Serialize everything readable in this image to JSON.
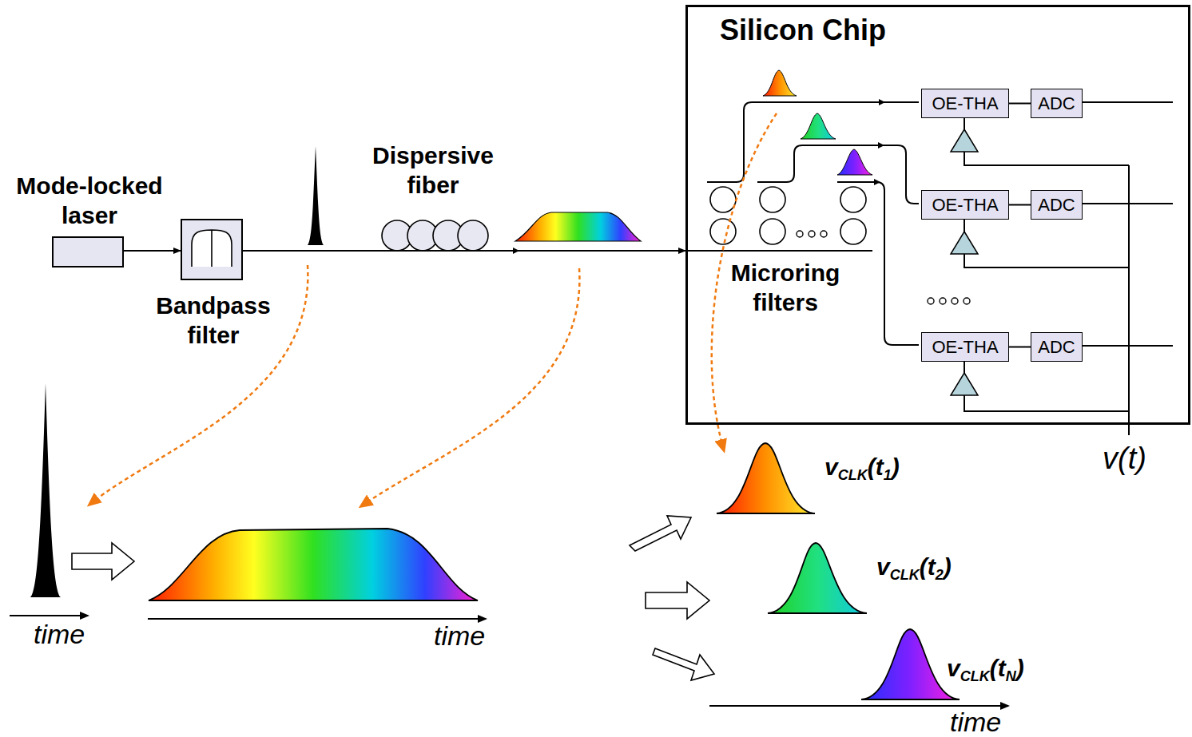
{
  "diagram": {
    "nodes": [
      {
        "text": [
          "Mode-locked laser"
        ]
      },
      {
        "text": [
          "Bandpass filter"
        ]
      },
      {
        "text": [
          "Silicon Chip"
        ]
      },
      {
        "text": [
          "OE-THA"
        ],
        "in": 2
      },
      {
        "text": [
          "ADC"
        ],
        "in": 2
      },
      {
        "text": [
          "OE-THA"
        ],
        "in": 2
      },
      {
        "text": [
          "ADC"
        ],
        "in": 2
      },
      {
        "text": [
          "OE-THA"
        ],
        "in": 2
      },
      {
        "text": [
          "ADC"
        ],
        "in": 2
      }
    ],
    "edges": [
      {
        "from": 0,
        "to": 1,
        "arrow": "to"
      },
      {
        "from": 1,
        "to": 2,
        "arrow": "to"
      },
      {
        "from": 3,
        "to": 4,
        "arrow": "none"
      },
      {
        "from": 5,
        "to": 6,
        "arrow": "none"
      },
      {
        "from": 7,
        "to": 8,
        "arrow": "none"
      }
    ],
    "labels": [
      "Dispersive fiber",
      "Microring filters",
      "time",
      "time",
      "time",
      "v",
      "CLK",
      "(t",
      "1",
      ")",
      "v",
      "CLK",
      "(t",
      "2",
      ")",
      "v",
      "CLK",
      "(t",
      "N",
      ")",
      "v(t)"
    ]
  }
}
